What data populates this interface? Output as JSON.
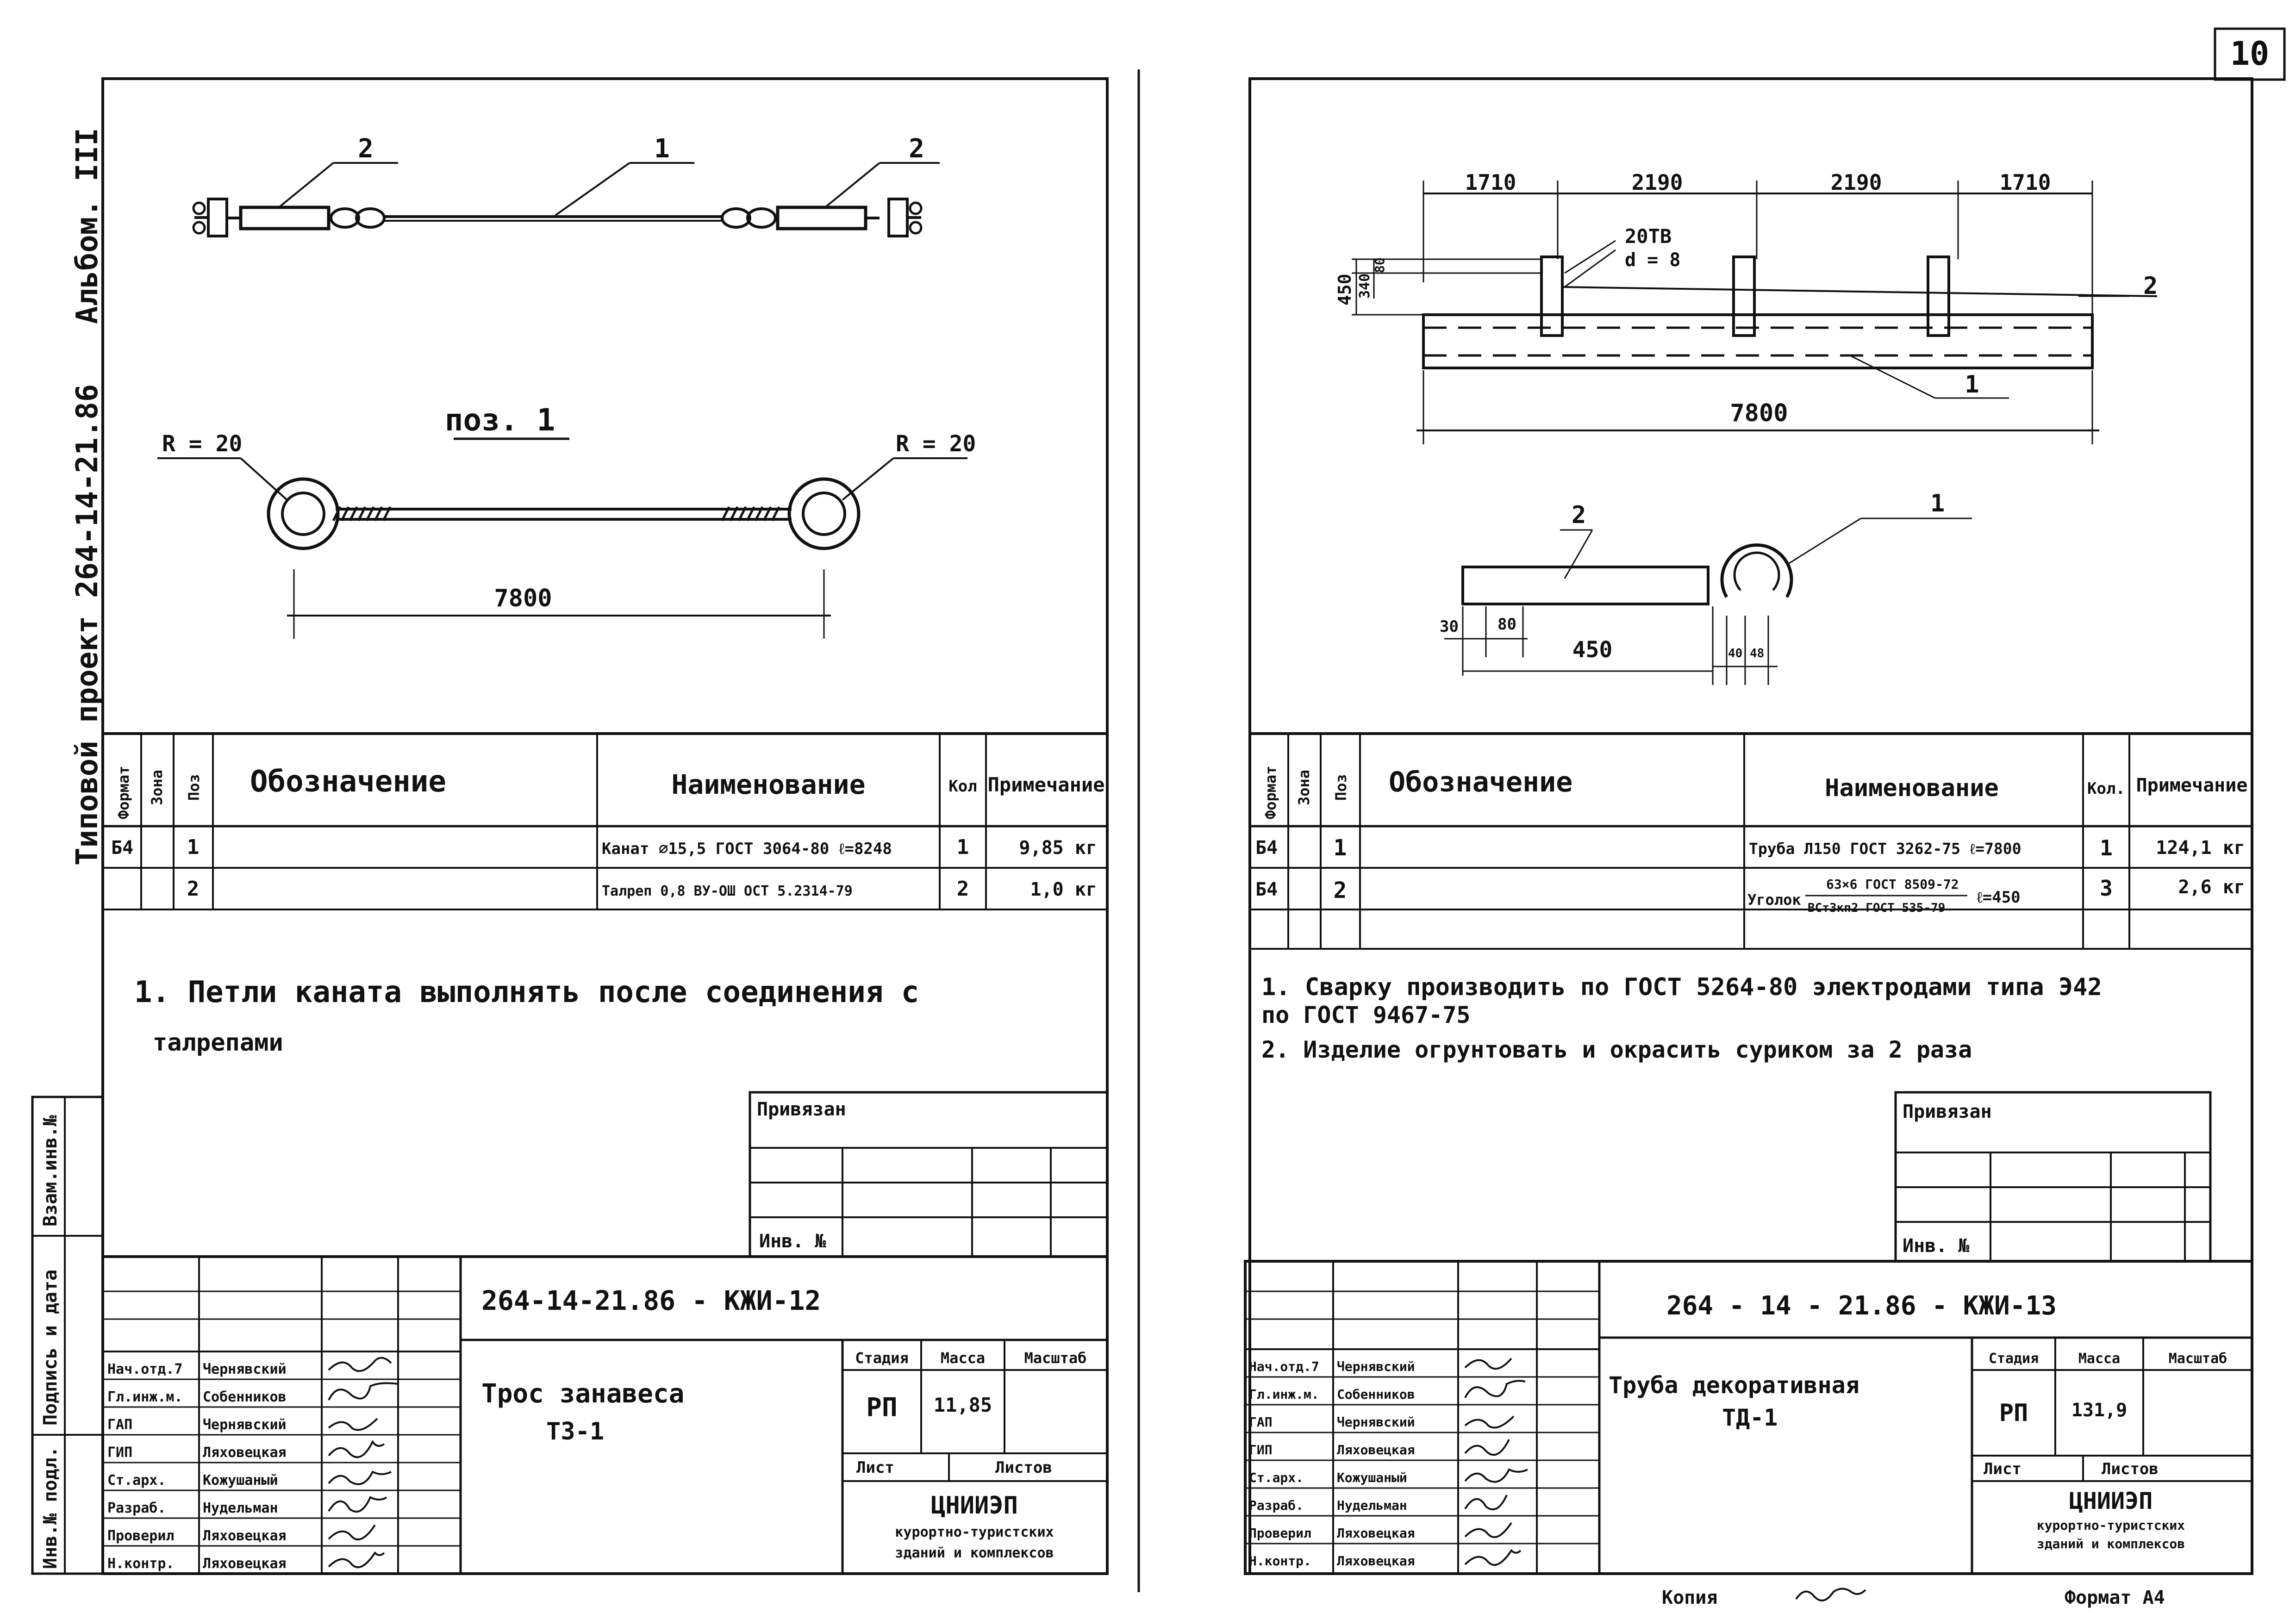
{
  "page_number": "10",
  "margin_text": {
    "album": "Альбом. III",
    "project": "Типовой проект 264-14-21.86"
  },
  "side_stamp": {
    "vzam": "Взам.инв.№",
    "podpis": "Подпись и дата",
    "inv": "Инв.№ подл."
  },
  "left": {
    "drawing1": {
      "label1": "1",
      "label2a": "2",
      "label2b": "2"
    },
    "drawing2": {
      "title": "поз. 1",
      "radius_left": "R = 20",
      "radius_right": "R = 20",
      "length": "7800"
    },
    "spec": {
      "headers": {
        "format": "Формат",
        "zone": "Зона",
        "pos": "Поз",
        "designation": "Обозначение",
        "name": "Наименование",
        "qty": "Кол",
        "note": "Примечание"
      },
      "rows": [
        {
          "format": "Б4",
          "pos": "1",
          "name": "Канат ∅15,5 ГОСТ 3064-80 ℓ=8248",
          "qty": "1",
          "note": "9,85 кг"
        },
        {
          "format": "",
          "pos": "2",
          "name": "Талреп 0,8 ВУ-ОШ ОСТ 5.2314-79",
          "qty": "2",
          "note": "1,0 кг"
        }
      ]
    },
    "notes": [
      "1. Петли каната выполнять после соединения с",
      "талрепами"
    ],
    "privyazan": "Привязан",
    "inv_no": "Инв. №",
    "stamp": {
      "code": "264-14-21.86 - КЖИ-12",
      "title1": "Трос занавеса",
      "title2": "ТЗ-1",
      "stadia_label": "Стадия",
      "massa_label": "Масса",
      "masshtab_label": "Масштаб",
      "stadia": "РП",
      "massa": "11,85",
      "list_label": "Лист",
      "listov_label": "Листов",
      "org1": "ЦНИИЭП",
      "org2": "курортно-туристских",
      "org3": "зданий и комплексов",
      "people": [
        {
          "role": "Нач.отд.7",
          "name": "Чернявский"
        },
        {
          "role": "Гл.инж.м.",
          "name": "Собенников"
        },
        {
          "role": "ГАП",
          "name": "Чернявский"
        },
        {
          "role": "ГИП",
          "name": "Ляховецкая"
        },
        {
          "role": "Ст.арх.",
          "name": "Кожушаный"
        },
        {
          "role": "Разраб.",
          "name": "Нудельман"
        },
        {
          "role": "Проверил",
          "name": "Ляховецкая"
        },
        {
          "role": "Н.контр.",
          "name": "Ляховецкая"
        }
      ]
    }
  },
  "right": {
    "drawing1": {
      "dims_top": [
        "1710",
        "2190",
        "2190",
        "1710"
      ],
      "dim_450": "450",
      "dim_340": "340",
      "dim_80": "80",
      "hole_label1": "20ТВ",
      "hole_label2": "d = 8",
      "label1": "1",
      "label2": "2",
      "length": "7800"
    },
    "drawing2": {
      "label1": "1",
      "label2": "2",
      "d30": "30",
      "d80": "80",
      "d450": "450",
      "d4048": "40 48"
    },
    "spec": {
      "headers": {
        "format": "Формат",
        "zone": "Зона",
        "pos": "Поз",
        "designation": "Обозначение",
        "name": "Наименование",
        "qty": "Кол.",
        "note": "Примечание"
      },
      "rows": [
        {
          "format": "Б4",
          "pos": "1",
          "name": "Труба Л150 ГОСТ 3262-75 ℓ=7800",
          "qty": "1",
          "note": "124,1 кг"
        },
        {
          "format": "Б4",
          "pos": "2",
          "name_prefix": "Уголок",
          "name_top": "63×6 ГОСТ 8509-72",
          "name_bottom": "ВСт3кп2 ГОСТ 535-79",
          "name_suffix": "ℓ=450",
          "qty": "3",
          "note": "2,6 кг"
        }
      ]
    },
    "notes": [
      "1. Сварку производить по ГОСТ 5264-80 электродами типа Э42",
      "по ГОСТ 9467-75",
      "2. Изделие огрунтовать и окрасить суриком за 2 раза"
    ],
    "privyazan": "Привязан",
    "inv_no": "Инв. №",
    "stamp": {
      "code": "264 - 14 - 21.86 - КЖИ-13",
      "title1": "Труба декоративная",
      "title2": "ТД-1",
      "stadia_label": "Стадия",
      "massa_label": "Масса",
      "masshtab_label": "Масштаб",
      "stadia": "РП",
      "massa": "131,9",
      "list_label": "Лист",
      "listov_label": "Листов",
      "org1": "ЦНИИЭП",
      "org2": "курортно-туристских",
      "org3": "зданий и комплексов",
      "people": [
        {
          "role": "Нач.отд.7",
          "name": "Чернявский"
        },
        {
          "role": "Гл.инж.м.",
          "name": "Собенников"
        },
        {
          "role": "ГАП",
          "name": "Чернявский"
        },
        {
          "role": "ГИП",
          "name": "Ляховецкая"
        },
        {
          "role": "Ст.арх.",
          "name": "Кожушаный"
        },
        {
          "role": "Разраб.",
          "name": "Нудельман"
        },
        {
          "role": "Проверил",
          "name": "Ляховецкая"
        },
        {
          "role": "Н.контр.",
          "name": "Ляховецкая"
        }
      ]
    },
    "copy_label": "Копия",
    "format_label": "Формат А4"
  }
}
